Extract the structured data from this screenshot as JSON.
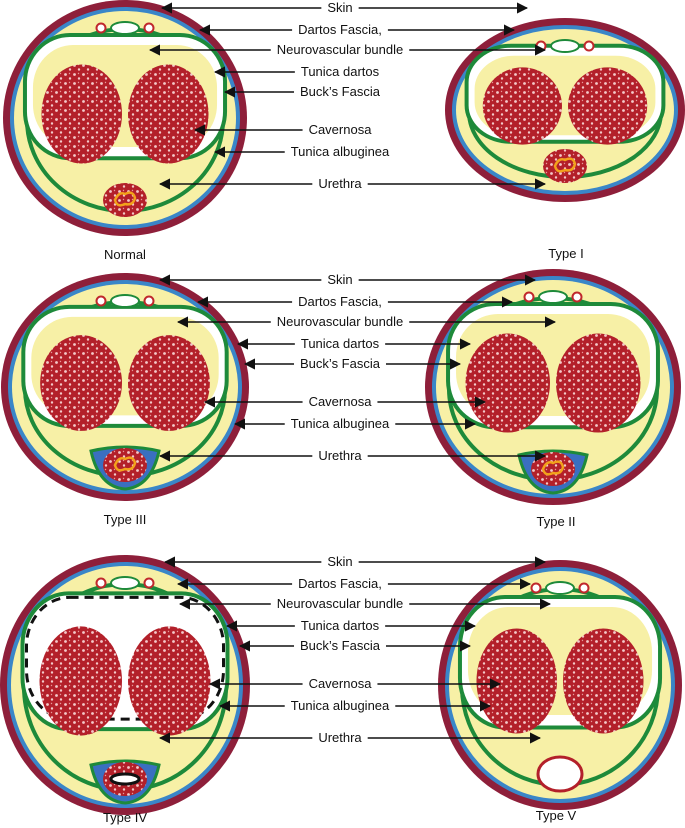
{
  "colors": {
    "skin": "#8e1f3a",
    "dartos_fascia": "#3a86c8",
    "subcutaneous": "#f7f0a6",
    "buck_fascia": "#1e8a3a",
    "erectile_tissue": "#b3202a",
    "urethra_spongiosum": "#3a6fc0",
    "urethra_lumen": "#f2a21b",
    "arrow": "#111111"
  },
  "labels": {
    "skin": "Skin",
    "dartos": "Dartos Fascia,",
    "nv": "Neurovascular bundle",
    "tunica_dartos": "Tunica dartos",
    "bucks": "Buck’s Fascia",
    "cavernosa": "Cavernosa",
    "albuginea": "Tunica albuginea",
    "urethra": "Urethra"
  },
  "panels": [
    {
      "caption": "Normal"
    },
    {
      "caption": "Type I"
    },
    {
      "caption": "Type III"
    },
    {
      "caption": "Type II"
    },
    {
      "caption": "Type IV"
    },
    {
      "caption": "Type V"
    }
  ]
}
